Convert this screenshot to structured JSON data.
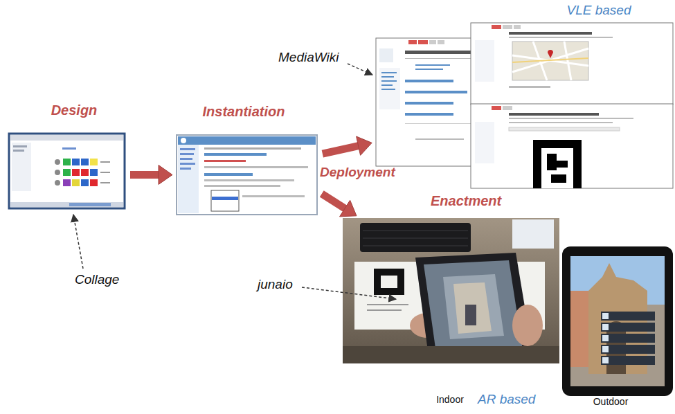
{
  "diagram": {
    "nodes": [
      {
        "text": [
          "Design"
        ]
      },
      {
        "text": [
          "Instantiation"
        ]
      },
      {
        "text": [
          "VLE based"
        ]
      },
      {
        "text": [
          "Indoor"
        ]
      },
      {
        "text": [
          "Outdoor"
        ]
      }
    ],
    "edges": [
      {
        "from": 0,
        "to": 1,
        "arrow": "to"
      },
      {
        "from": 1,
        "to": 2,
        "arrow": "to"
      },
      {
        "from": 1,
        "to": 3,
        "arrow": "to"
      }
    ],
    "labels": [
      "MediaWiki",
      "Deployment",
      "Enactment",
      "Collage",
      "junaio",
      "AR based"
    ]
  }
}
